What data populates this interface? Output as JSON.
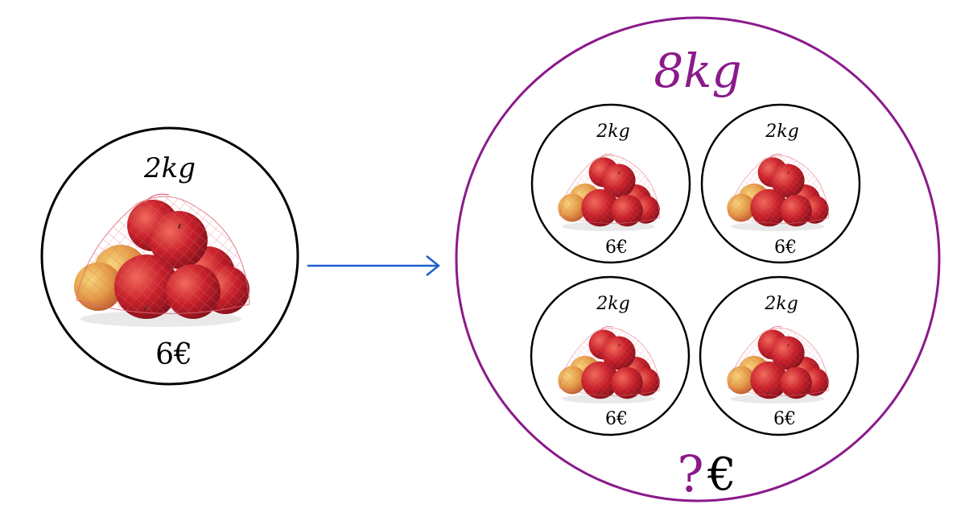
{
  "colors": {
    "outline": "#000000",
    "arrow": "#1f5fcf",
    "total_circle": "#8b1a8b",
    "question_mark": "#8b1a8b",
    "apple_red": "#c8202a",
    "apple_yellow": "#e8b04a",
    "net": "#e06a78"
  },
  "single_bag": {
    "weight": "2kg",
    "price": "6€"
  },
  "total_bag": {
    "weight": "8kg",
    "price_unknown": "?",
    "currency": "€"
  },
  "small_bags": [
    {
      "weight": "2kg",
      "price": "6€"
    },
    {
      "weight": "2kg",
      "price": "6€"
    },
    {
      "weight": "2kg",
      "price": "6€"
    },
    {
      "weight": "2kg",
      "price": "6€"
    }
  ],
  "icons": {
    "apple_bag": "apple-bag-icon",
    "arrow": "right-arrow-icon"
  }
}
